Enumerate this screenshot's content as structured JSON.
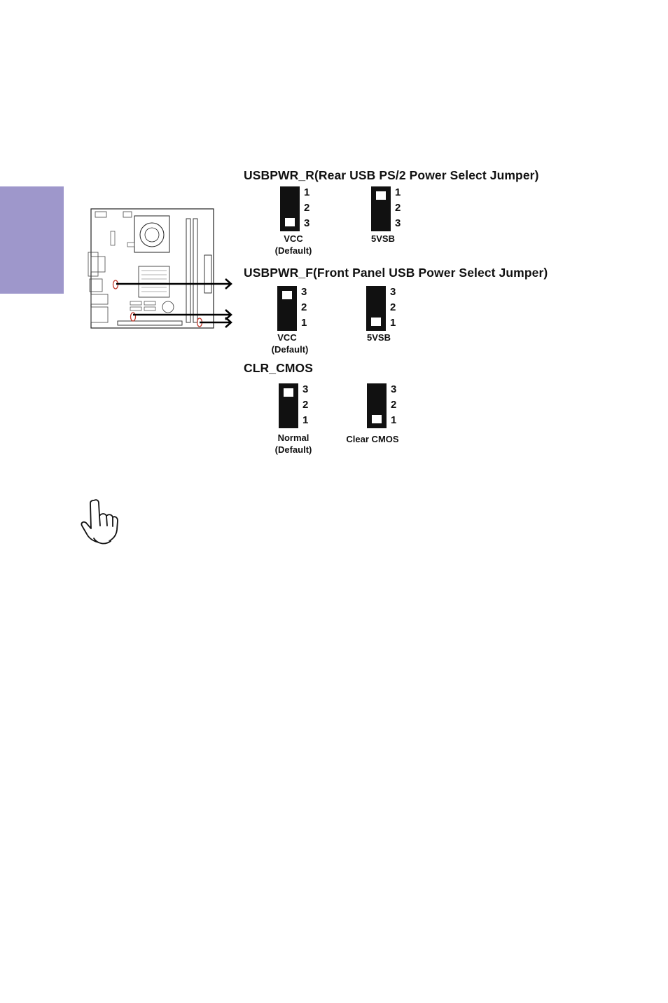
{
  "sections": [
    {
      "title": "USBPWR_R(Rear USB PS/2 Power Select Jumper)",
      "jumpers": [
        {
          "pins": [
            "1",
            "2",
            "3"
          ],
          "label": "VCC",
          "sublabel": "(Default)"
        },
        {
          "pins": [
            "1",
            "2",
            "3"
          ],
          "label": "5VSB",
          "sublabel": ""
        }
      ]
    },
    {
      "title": "USBPWR_F(Front Panel USB Power Select Jumper)",
      "jumpers": [
        {
          "pins": [
            "3",
            "2",
            "1"
          ],
          "label": "VCC",
          "sublabel": "(Default)"
        },
        {
          "pins": [
            "3",
            "2",
            "1"
          ],
          "label": "5VSB",
          "sublabel": ""
        }
      ]
    },
    {
      "title": "CLR_CMOS",
      "jumpers": [
        {
          "pins": [
            "3",
            "2",
            "1"
          ],
          "label": "Normal",
          "sublabel": "(Default)"
        },
        {
          "pins": [
            "3",
            "2",
            "1"
          ],
          "label": "Clear CMOS",
          "sublabel": ""
        }
      ]
    }
  ],
  "colors": {
    "side_tab": "#9e97cb",
    "jumper_fill": "#111111",
    "highlight_ring": "#c0392b"
  },
  "icons": {
    "board": "motherboard-diagram",
    "note": "pointing-hand-icon"
  }
}
